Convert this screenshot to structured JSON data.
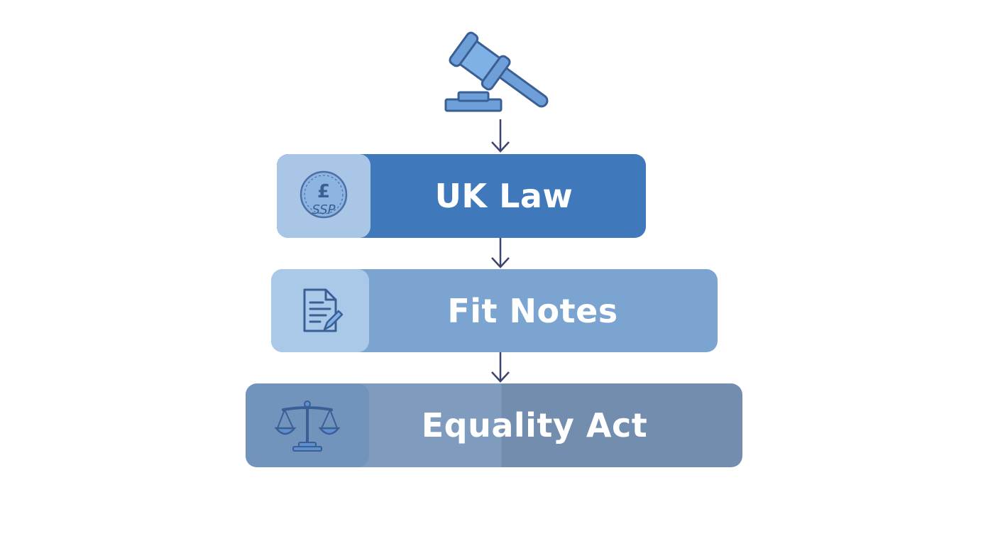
{
  "diagram": {
    "top_icon": "gavel-icon",
    "levels": [
      {
        "label": "UK Law",
        "icon": "pound-coin-ssp-icon",
        "icon_text_top": "£",
        "icon_text_bottom": "SSP"
      },
      {
        "label": "Fit Notes",
        "icon": "document-pen-icon"
      },
      {
        "label": "Equality Act",
        "icon": "scales-icon"
      }
    ]
  },
  "colors": {
    "level1": "#3f79bb",
    "level2": "#7ba5d0",
    "level3": "#7f9cbf",
    "icon_stroke": "#3a5f95",
    "arrow": "#3d4470"
  }
}
